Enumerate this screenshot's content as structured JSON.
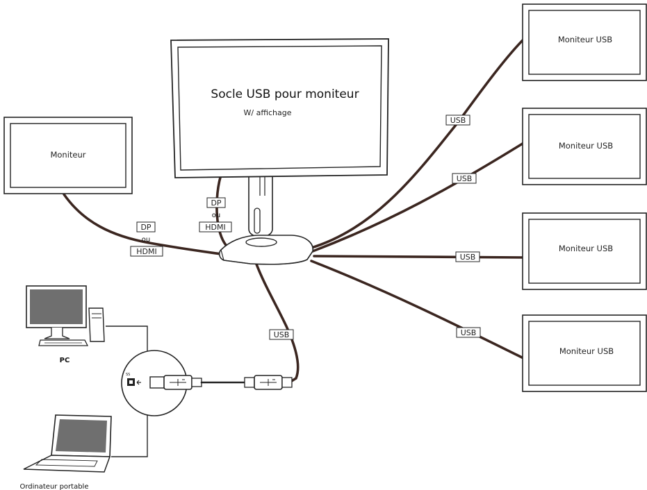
{
  "main_monitor": {
    "title": "Socle USB pour moniteur",
    "subtitle": "W/ affichage"
  },
  "left_monitor": {
    "label": "Moniteur"
  },
  "usb_monitors": [
    {
      "label": "Moniteur USB"
    },
    {
      "label": "Moniteur USB"
    },
    {
      "label": "Moniteur USB"
    },
    {
      "label": "Moniteur USB"
    }
  ],
  "connectors": {
    "dp": "DP",
    "or": "ou",
    "hdmi": "HDMI",
    "usb": "USB"
  },
  "hosts": {
    "pc": "PC",
    "laptop": "Ordinateur portable"
  },
  "colors": {
    "cable": "#3b2620",
    "screen_gray": "#6f6f6f",
    "outline": "#222222"
  },
  "icons": [
    "monitor-icon",
    "pc-tower-icon",
    "keyboard-icon",
    "laptop-icon",
    "usb-plug-icon",
    "usb-port-icon"
  ]
}
